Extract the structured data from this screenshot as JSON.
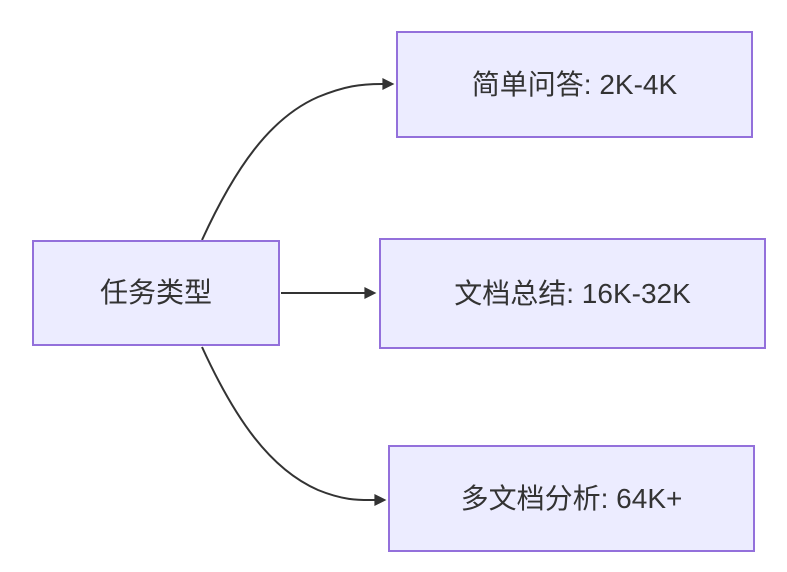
{
  "diagram": {
    "type": "flowchart-left-to-right",
    "root": {
      "label": "任务类型"
    },
    "nodes": [
      {
        "label": "简单问答: 2K-4K"
      },
      {
        "label": "文档总结: 16K-32K"
      },
      {
        "label": "多文档分析: 64K+"
      }
    ],
    "edges": [
      {
        "from": "任务类型",
        "to": "简单问答: 2K-4K",
        "arrow": "filled-triangle"
      },
      {
        "from": "任务类型",
        "to": "文档总结: 16K-32K",
        "arrow": "filled-triangle"
      },
      {
        "from": "任务类型",
        "to": "多文档分析: 64K+",
        "arrow": "filled-triangle"
      }
    ],
    "colors": {
      "node_fill": "#ECECFF",
      "node_border": "#9370DB",
      "edge_stroke": "#333333",
      "text": "#333333",
      "background": "#FFFFFF"
    }
  }
}
